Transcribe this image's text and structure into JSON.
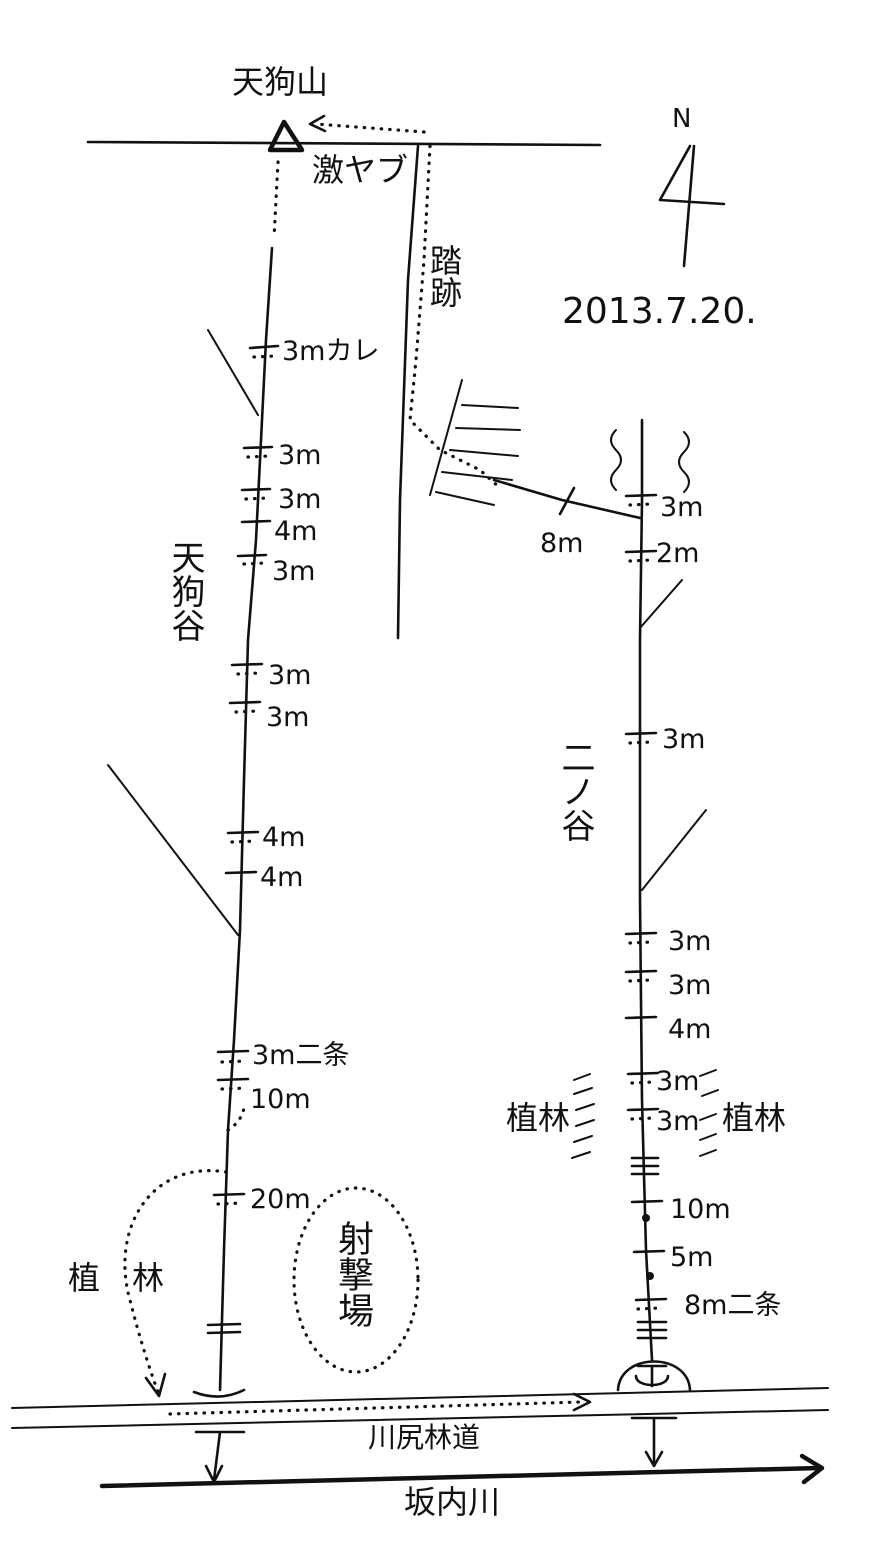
{
  "summit": "天狗山",
  "north_mark": "N",
  "date": "2013.7.20.",
  "bush_note": "激ヤブ",
  "trace_path": "踏跡",
  "tengu_valley": "天狗谷",
  "nino_valley": "二ノ谷",
  "forest_road": "川尻林道",
  "river": "坂内川",
  "shooting_range": "射撃場",
  "plantation_left": "植　林",
  "plantation_a": "植林",
  "plantation_b": "植林",
  "tengu_falls": [
    "3mカレ",
    "3m",
    "3m",
    "4m",
    "3m",
    "3m",
    "3m",
    "4m",
    "4m",
    "3m二条",
    "10m",
    "20m"
  ],
  "nino_falls": [
    "3m",
    "2m",
    "3m",
    "3m",
    "3m",
    "4m",
    "3m",
    "3m",
    "10m",
    "5m",
    "8m二条"
  ],
  "branch_fall": "8m"
}
